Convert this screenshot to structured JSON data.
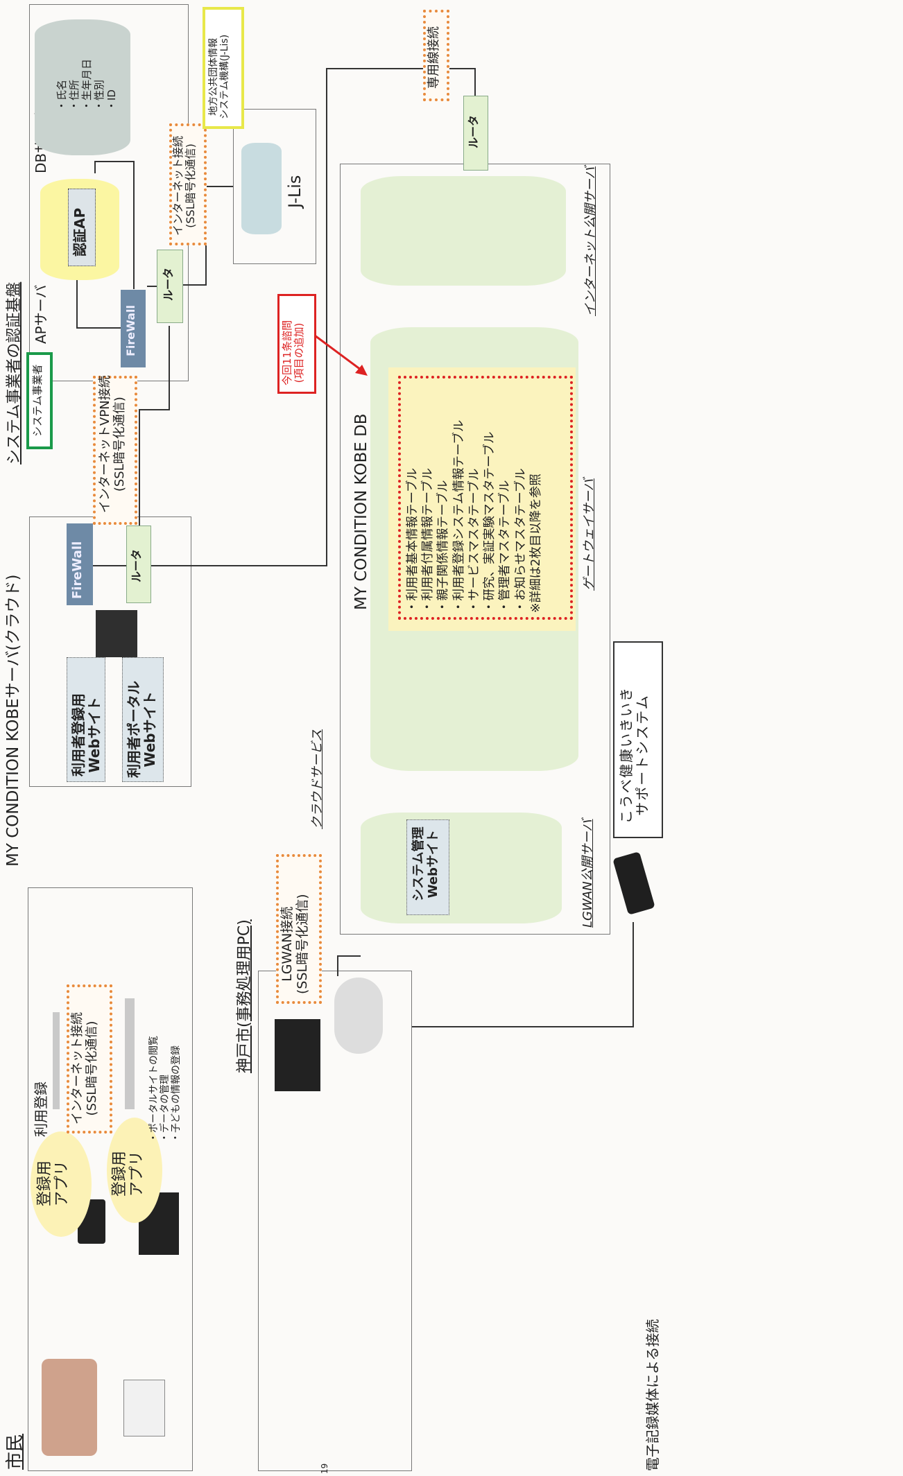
{
  "citizens": {
    "title": "市民",
    "app_phone": "登録用\nアプリ",
    "app_pc": "登録用\nアプリ"
  },
  "mck_server": {
    "title": "MY CONDITION KOBEサーバ(クラウド)",
    "registration_label": "利用登録",
    "registration_site": "利用者登録用\nWebサイト",
    "portal_site": "利用者ポータル\nWebサイト",
    "internet_conn": "インターネット接続\n(SSL暗号化通信)",
    "portal_notes": [
      "・ポータルサイトの閲覧",
      "・データの管理",
      "・子どもの情報の登録"
    ],
    "firewall": "FireWall",
    "router": "ルータ"
  },
  "auth": {
    "title": "システム事業者の認証基盤",
    "operator_badge": "システム事業者",
    "vpn_conn": "インターネットVPN接続\n(SSL暗号化通信)",
    "ap_server": "APサーバ",
    "auth_ap": "認証AP",
    "db_server": "DBサーバ",
    "db_fields": [
      "・氏名",
      "・住所",
      "・生年月日",
      "・性別",
      "・ID"
    ],
    "firewall": "FireWall",
    "router": "ルータ",
    "internet_conn": "インターネット接続\n(SSL暗号化通信)"
  },
  "jlis": {
    "org": "地方公共団体情報\nシステム機構(J-Lis)",
    "name": "J-Lis"
  },
  "leased": {
    "label": "専用線接続",
    "router": "ルータ"
  },
  "note": {
    "text": "今回11条諮問\n(項目の追加)"
  },
  "cloud": {
    "title": "クラウドサービス",
    "db_title": "MY CONDITION KOBE DB",
    "tables": [
      "・利用者基本情報テーブル",
      "・利用者付属情報テーブル",
      "・親子関係情報テーブル",
      "・利用者登録システム情報テーブル",
      "・サービスマスタテーブル",
      "・研究、実証実験マスタテーブル",
      "・管理者マスタテーブル",
      "・お知らせマスタテーブル",
      "※詳細は2枚目以降を参照"
    ],
    "internet_server": "インターネット公開サーバ",
    "gateway_server": "ゲートウェイサーバ",
    "lgwan_server": "LGWAN公開サーバ",
    "admin_site": "システム管理\nWebサイト"
  },
  "kobe": {
    "title": "神戸市(事務処理用PC)",
    "lgwan_conn": "LGWAN接続\n(SSL暗号化通信)",
    "page_no": "19"
  },
  "kenko": {
    "name": "こうべ健康いきいき\nサポートシステム",
    "media_conn": "電子記録媒体による接続"
  },
  "colors": {
    "orange_dash": "#e88a3c",
    "green_badge": "#1a9a4a",
    "yellow_badge": "#e8e84a",
    "red_note": "#d22",
    "firewall": "#6e8aa6"
  }
}
